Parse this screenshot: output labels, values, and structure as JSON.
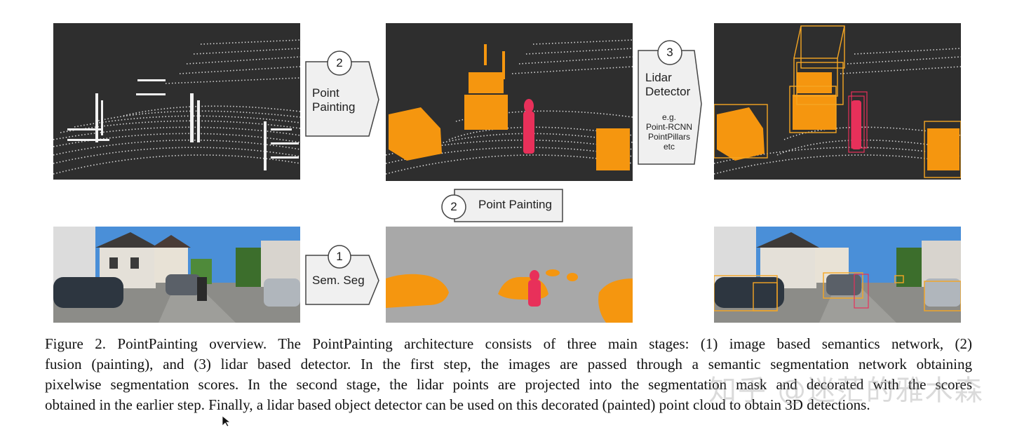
{
  "steps": {
    "point_painting_top": {
      "number": "2",
      "label_line1": "Point",
      "label_line2": "Painting"
    },
    "lidar_detector": {
      "number": "3",
      "label_line1": "Lidar",
      "label_line2": "Detector",
      "examples": [
        "e.g.",
        "Point-RCNN",
        "PointPillars",
        "etc"
      ]
    },
    "point_painting_mid": {
      "number": "2",
      "label": "Point Painting"
    },
    "sem_seg": {
      "number": "1",
      "label": "Sem. Seg"
    }
  },
  "caption": {
    "line1": "Figure 2. PointPainting overview.  The PointPainting architecture consists of three main stages: (1) image based semantics network, (2)",
    "line2": "fusion (painting), and (3) lidar based detector. In the first step, the images are passed through a semantic segmentation network obtaining",
    "line3": "pixelwise segmentation scores. In the second stage, the lidar points are projected into the segmentation mask and decorated with the scores",
    "line4": "obtained in the earlier step. Finally, a lidar based object detector can be used on this decorated (painted) point cloud to obtain 3D detections."
  },
  "watermark": "知乎 @迷茫的雅木森",
  "colors": {
    "lidar_bg": "#2e2e2e",
    "lidar_point": "#e8e8e8",
    "car": "#f5960f",
    "pedestrian": "#e8305a",
    "seg_bg": "#a8a8a8",
    "step_box": "#f0f0f0",
    "step_stroke": "#444444"
  },
  "icons": {
    "cursor": "cursor-arrow-icon"
  }
}
